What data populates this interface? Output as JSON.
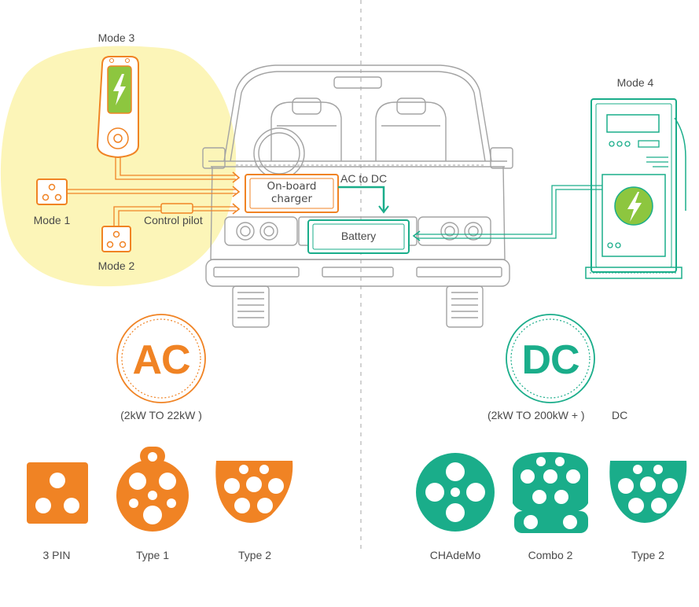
{
  "modes": {
    "mode3": "Mode  3",
    "mode4": "Mode  4",
    "mode1": "Mode  1",
    "mode2": "Mode  2"
  },
  "vehicle": {
    "onboard_line1": "On-board",
    "onboard_line2": "charger",
    "ac_to_dc": "AC to DC",
    "battery": "Battery",
    "control_pilot": "Control pilot"
  },
  "ac": {
    "badge": "AC",
    "range": "(2kW TO 22kW )",
    "connectors": [
      "3 PIN",
      "Type 1",
      "Type 2"
    ]
  },
  "dc": {
    "badge": "DC",
    "range": "(2kW TO 200kW + )",
    "range_suffix": "DC",
    "connectors": [
      "CHAdeMo",
      "Combo 2",
      "Type 2"
    ]
  },
  "colors": {
    "orange": "#F08324",
    "teal": "#1AAD8A",
    "lime": "#8DC63F",
    "highlight": "#FCF5B8",
    "outline": "#9a9a9a"
  }
}
